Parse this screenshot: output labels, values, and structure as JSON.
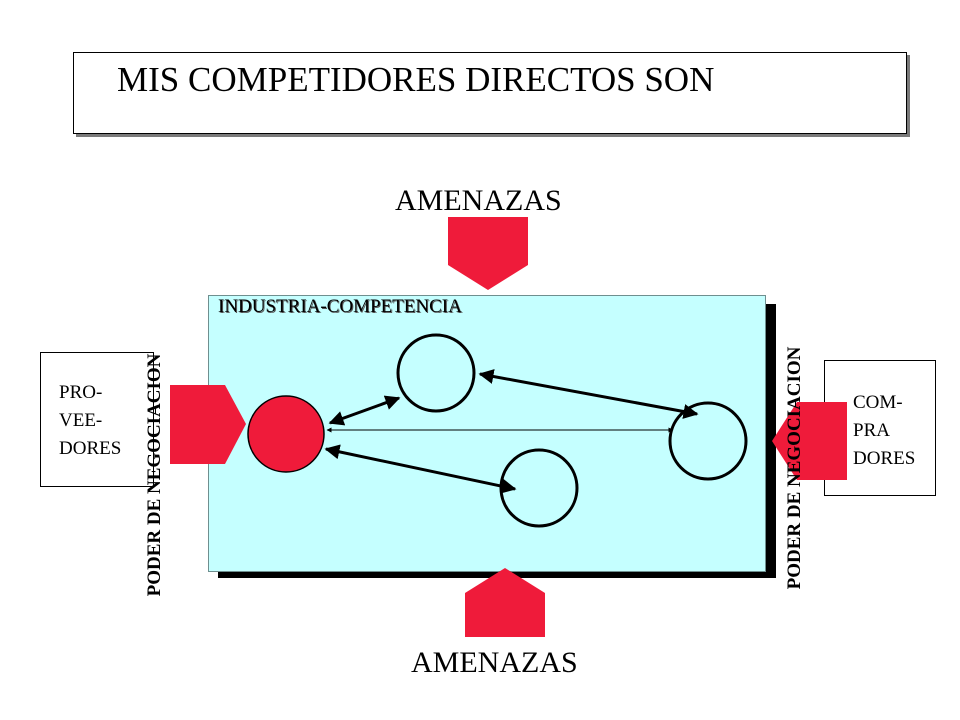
{
  "title": "MIS COMPETIDORES DIRECTOS SON",
  "threats_top": "AMENAZAS",
  "threats_bottom": "AMENAZAS",
  "industry_label": "INDUSTRIA-COMPETENCIA",
  "suppliers": {
    "line1": "PRO-",
    "line2": "VEE-",
    "line3": "DORES"
  },
  "buyers": {
    "line1": "COM-",
    "line2": "PRA",
    "line3": "DORES"
  },
  "bargaining_left": "PODER DE NEGOCIACION",
  "bargaining_right": "PODER DE NEGOCIACION",
  "colors": {
    "threat_red": "#ef1b3a",
    "industry_fill": "#c5ffff",
    "own_company_fill": "#ef1b3a"
  }
}
